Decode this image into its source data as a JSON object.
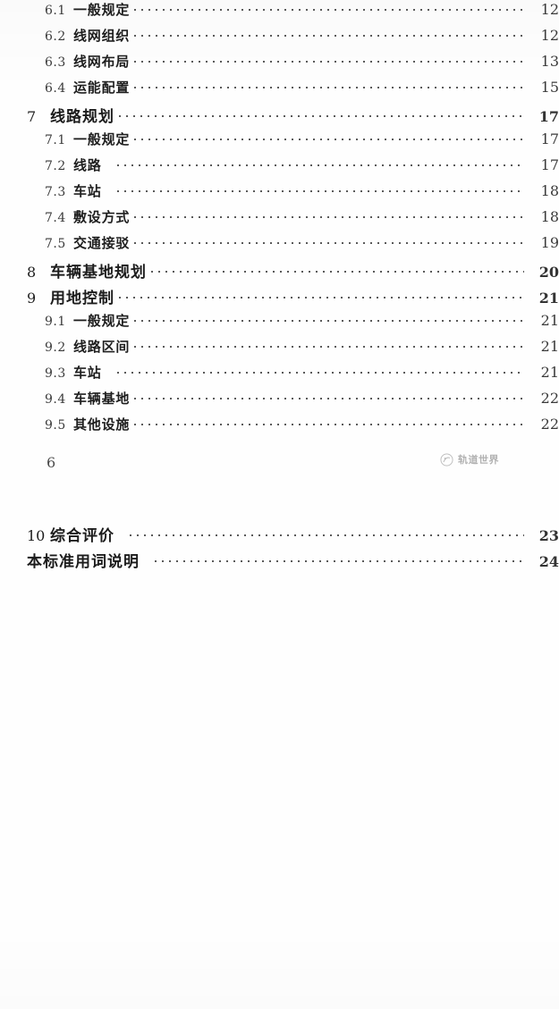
{
  "document": {
    "type": "table-of-contents",
    "folio": "6"
  },
  "watermark": {
    "text": "轨道世界",
    "icon": "rail-world-logo-icon"
  },
  "toc": {
    "group_top": [
      {
        "level": 2,
        "num": "6.1",
        "title": "一般规定",
        "page": "12",
        "short": false
      },
      {
        "level": 2,
        "num": "6.2",
        "title": "线网组织",
        "page": "12",
        "short": false
      },
      {
        "level": 2,
        "num": "6.3",
        "title": "线网布局",
        "page": "13",
        "short": false
      },
      {
        "level": 2,
        "num": "6.4",
        "title": "运能配置",
        "page": "15",
        "short": false
      },
      {
        "level": 1,
        "num": "7",
        "title": "线路规划",
        "page": "17",
        "short": false
      },
      {
        "level": 2,
        "num": "7.1",
        "title": "一般规定",
        "page": "17",
        "short": false
      },
      {
        "level": 2,
        "num": "7.2",
        "title": "线路",
        "page": "17",
        "short": true
      },
      {
        "level": 2,
        "num": "7.3",
        "title": "车站",
        "page": "18",
        "short": true
      },
      {
        "level": 2,
        "num": "7.4",
        "title": "敷设方式",
        "page": "18",
        "short": false
      },
      {
        "level": 2,
        "num": "7.5",
        "title": "交通接驳",
        "page": "19",
        "short": false
      },
      {
        "level": 1,
        "num": "8",
        "title": "车辆基地规划",
        "page": "20",
        "short": false
      },
      {
        "level": 1,
        "num": "9",
        "title": "用地控制",
        "page": "21",
        "short": false
      },
      {
        "level": 2,
        "num": "9.1",
        "title": "一般规定",
        "page": "21",
        "short": false
      },
      {
        "level": 2,
        "num": "9.2",
        "title": "线路区间",
        "page": "21",
        "short": false
      },
      {
        "level": 2,
        "num": "9.3",
        "title": "车站",
        "page": "21",
        "short": true
      },
      {
        "level": 2,
        "num": "9.4",
        "title": "车辆基地",
        "page": "22",
        "short": false
      },
      {
        "level": 2,
        "num": "9.5",
        "title": "其他设施",
        "page": "22",
        "short": false
      }
    ],
    "group_bottom": [
      {
        "level": 1,
        "num": "10",
        "title": "综合评价",
        "page": "23",
        "short": true
      },
      {
        "level": 0,
        "num": "",
        "title": "本标准用词说明",
        "page": "24",
        "short": true
      }
    ]
  }
}
